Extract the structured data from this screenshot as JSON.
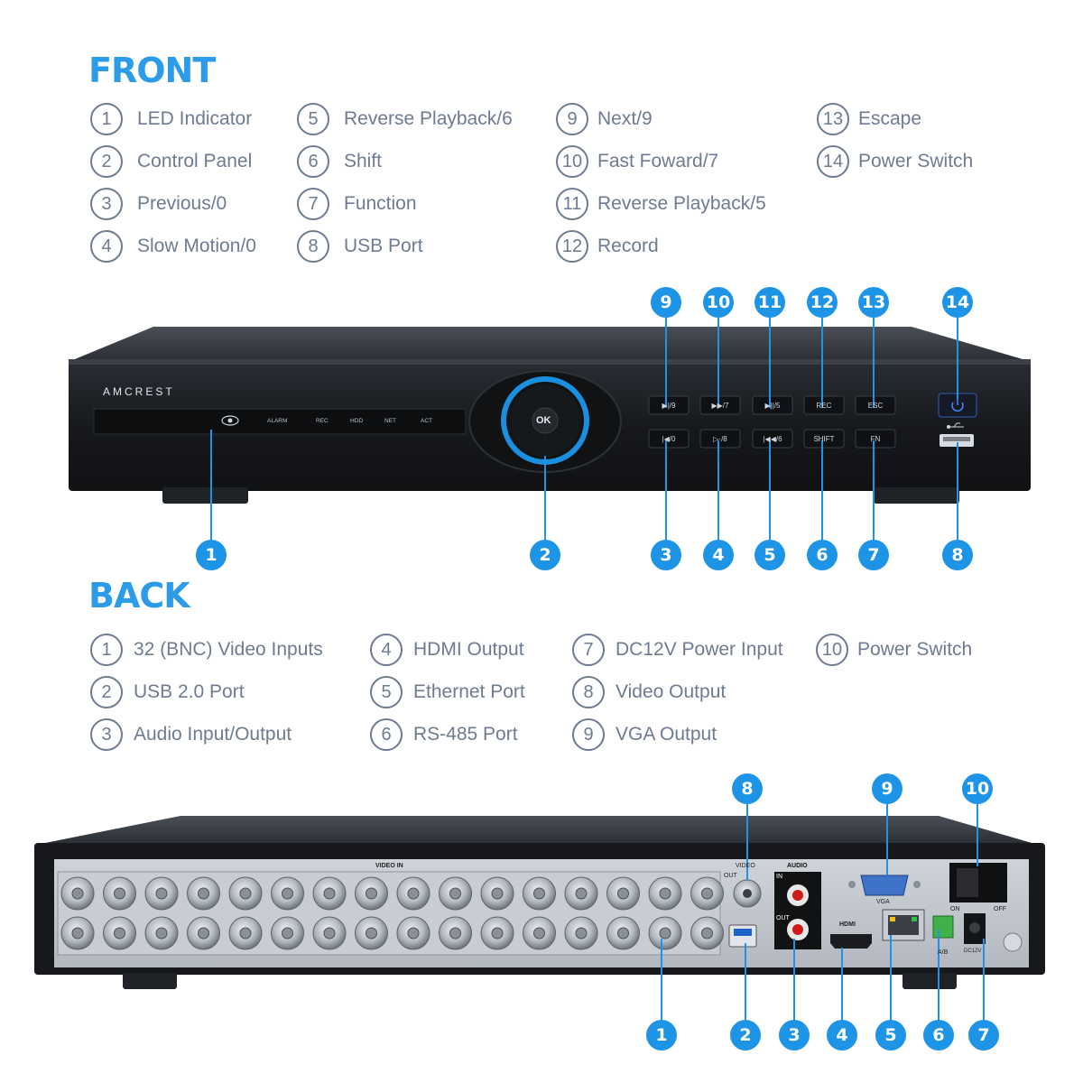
{
  "front": {
    "heading": "FRONT",
    "items": [
      {
        "num": "1",
        "label": "LED Indicator"
      },
      {
        "num": "2",
        "label": "Control Panel"
      },
      {
        "num": "3",
        "label": "Previous/0"
      },
      {
        "num": "4",
        "label": "Slow Motion/0"
      },
      {
        "num": "5",
        "label": "Reverse Playback/6"
      },
      {
        "num": "6",
        "label": "Shift"
      },
      {
        "num": "7",
        "label": "Function"
      },
      {
        "num": "8",
        "label": "USB Port"
      },
      {
        "num": "9",
        "label": "Next/9"
      },
      {
        "num": "10",
        "label": "Fast Foward/7"
      },
      {
        "num": "11",
        "label": "Reverse Playback/5"
      },
      {
        "num": "12",
        "label": "Record"
      },
      {
        "num": "13",
        "label": "Escape"
      },
      {
        "num": "14",
        "label": "Power Switch"
      }
    ],
    "device": {
      "brand": "AMCREST",
      "status_labels": [
        "ALARM",
        "REC",
        "HDD",
        "NET",
        "ACT"
      ],
      "ok_label": "OK",
      "top_buttons": [
        "▶|/9",
        "▶▶/7",
        "▶||/5",
        "REC",
        "ESC"
      ],
      "bottom_buttons": [
        "|◀/0",
        "▷·/8",
        "|◀◀/6",
        "SHIFT",
        "FN"
      ]
    }
  },
  "back": {
    "heading": "BACK",
    "items": [
      {
        "num": "1",
        "label": "32 (BNC) Video Inputs"
      },
      {
        "num": "2",
        "label": "USB 2.0 Port"
      },
      {
        "num": "3",
        "label": "Audio Input/Output"
      },
      {
        "num": "4",
        "label": "HDMI Output"
      },
      {
        "num": "5",
        "label": "Ethernet Port"
      },
      {
        "num": "6",
        "label": "RS-485 Port"
      },
      {
        "num": "7",
        "label": "DC12V Power Input"
      },
      {
        "num": "8",
        "label": "Video Output"
      },
      {
        "num": "9",
        "label": "VGA Output"
      },
      {
        "num": "10",
        "label": "Power Switch"
      }
    ],
    "device": {
      "video_in": "VIDEO IN",
      "video": "VIDEO",
      "out": "OUT",
      "audio": "AUDIO",
      "in": "IN",
      "vga": "VGA",
      "hdmi": "HDMI",
      "ab": "A/B",
      "dc12v": "DC12V",
      "on": "ON",
      "off": "OFF"
    }
  },
  "colors": {
    "accent": "#1e94e6",
    "legend": "#6e7b90",
    "device_dark": "#1c1f24",
    "panel_silver": "#b9bec6"
  }
}
